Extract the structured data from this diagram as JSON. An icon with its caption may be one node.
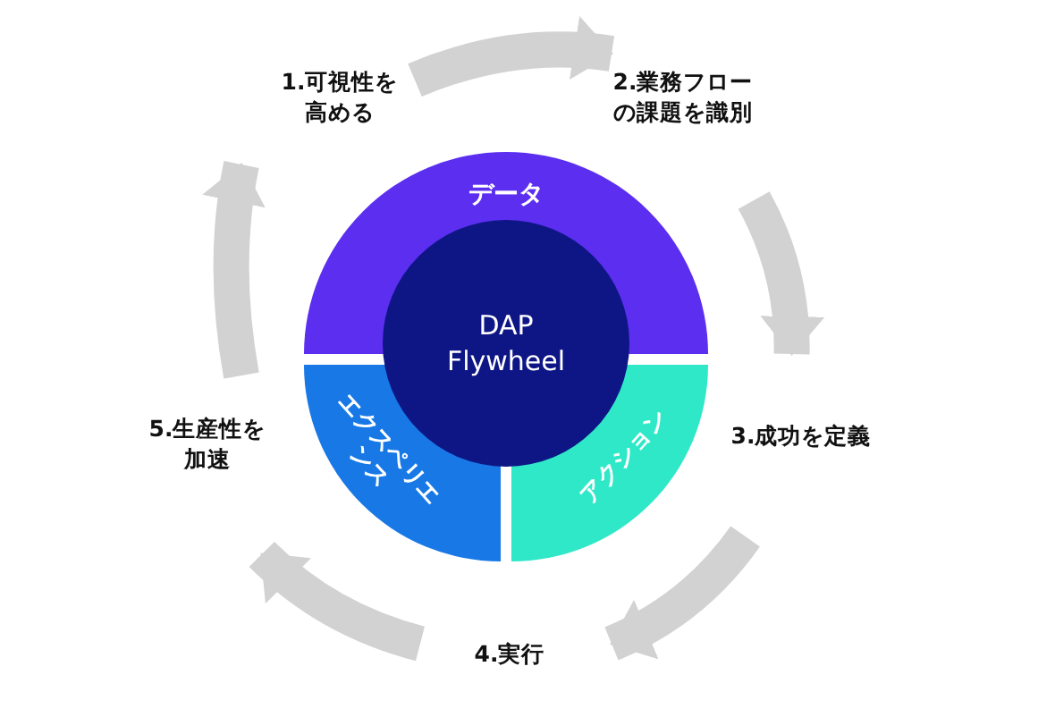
{
  "diagram": {
    "nodes": [
      {
        "text": [
          "データ"
        ]
      },
      {
        "text": [
          "エクスペリエンス"
        ]
      },
      {
        "text": [
          "アクション"
        ]
      },
      {
        "text": [
          "DAP Flywheel"
        ]
      },
      {
        "text": [
          "1.可視性を高める"
        ]
      },
      {
        "text": [
          "2.業務フローの課題を識別"
        ]
      },
      {
        "text": [
          "3.成功を定義"
        ]
      },
      {
        "text": [
          "4.実行"
        ]
      },
      {
        "text": [
          "5.生産性を加速"
        ]
      }
    ],
    "edges": [
      {
        "from": 4,
        "to": 5,
        "arrow": "to"
      },
      {
        "from": 5,
        "to": 6,
        "arrow": "to"
      },
      {
        "from": 6,
        "to": 7,
        "arrow": "to"
      },
      {
        "from": 7,
        "to": 8,
        "arrow": "to"
      },
      {
        "from": 8,
        "to": 4,
        "arrow": "to"
      }
    ]
  }
}
